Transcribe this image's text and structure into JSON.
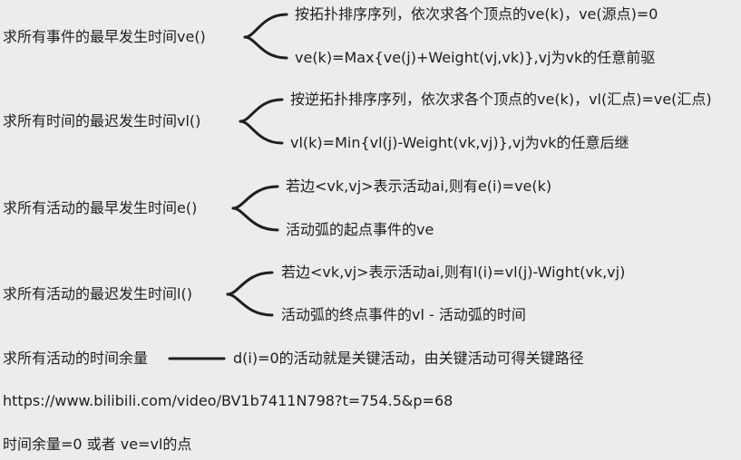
{
  "topics": [
    {
      "label": "求所有事件的最早发生时间ve()",
      "children": [
        "按拓扑排序序列，依次求各个顶点的ve(k)，ve(源点)=0",
        "ve(k)=Max{ve(j)+Weight(vj,vk)},vj为vk的任意前驱"
      ]
    },
    {
      "label": "求所有时间的最迟发生时间vl()",
      "children": [
        "按逆拓扑排序序列，依次求各个顶点的ve(k)，vl(汇点)=ve(汇点)",
        "vl(k)=Min{vl(j)-Weight(vk,vj)},vj为vk的任意后继"
      ]
    },
    {
      "label": "求所有活动的最早发生时间e()",
      "children": [
        "若边<vk,vj>表示活动ai,则有e(i)=ve(k)",
        "活动弧的起点事件的ve"
      ]
    },
    {
      "label": "求所有活动的最迟发生时间l()",
      "children": [
        "若边<vk,vj>表示活动ai,则有l(i)=vl(j)-Wight(vk,vj)",
        "活动弧的终点事件的vl - 活动弧的时间"
      ]
    },
    {
      "label": "求所有活动的时间余量",
      "children": [
        "d(i)=0的活动就是关键活动，由关键活动可得关键路径"
      ]
    }
  ],
  "notes": {
    "link": "https://www.bilibili.com/video/BV1b7411N798?t=754.5&p=68",
    "footer": "时间余量=0 或者 ve=vl的点"
  }
}
